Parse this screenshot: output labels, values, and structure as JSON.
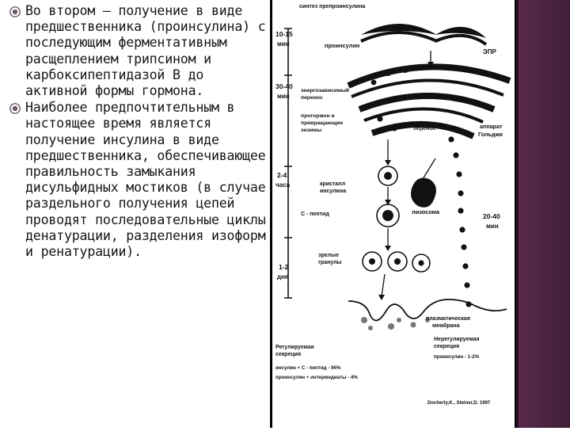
{
  "bullets": [
    {
      "text": "Во втором – получение в виде предшественника (проинсулина) с последующим ферментативным расщеплением трипсином и карбоксипептидазой В до активной формы гормона."
    },
    {
      "text": "Наиболее предпочтительным в настоящее время является получение инсулина в виде предшественника, обеспечивающее правильность замыкания дисульфидных мостиков (в случае раздельного получения цепей проводят последовательные циклы денатурации, разделения изоформ и ренатурации)."
    }
  ],
  "diagram": {
    "top_label": "синтез препроинсулина",
    "t1015": "10-15",
    "t1015_unit": "мин",
    "proinsulin": "проинсулин",
    "epr": "ЭПР",
    "t3040": "30-40",
    "t3040_unit": "мин",
    "energy": [
      "энергозависимый",
      "перенос"
    ],
    "progormon": [
      "прогормон и",
      "превращающие",
      "энзимы"
    ],
    "perenos": "перенос",
    "golgi": [
      "аппарат",
      "Гольджи"
    ],
    "t24": "2-4",
    "t24_unit": "часа",
    "crystal": [
      "кристалл",
      "инсулина"
    ],
    "cpeptide": "С - пептид",
    "lysosome": "лизосома",
    "t2040": "20-40",
    "t2040_unit": "мин",
    "mature": [
      "зрелые",
      "гранулы"
    ],
    "t12": "1-2",
    "t12_unit": "дня",
    "membrane": [
      "плазматическая",
      "мембрана"
    ],
    "regulated": [
      "Регулируемая",
      "секреция"
    ],
    "regulated_formula": "инсулин + С - пептид - 96%",
    "regulated_formula2": "проинсулин + интермедиаты - 4%",
    "nonregulated": [
      "Нерегулируемая",
      "секреция"
    ],
    "nonregulated_formula": "проинсулин - 1-2%",
    "source": "Docherty,K., Steiner,D. 1997"
  }
}
